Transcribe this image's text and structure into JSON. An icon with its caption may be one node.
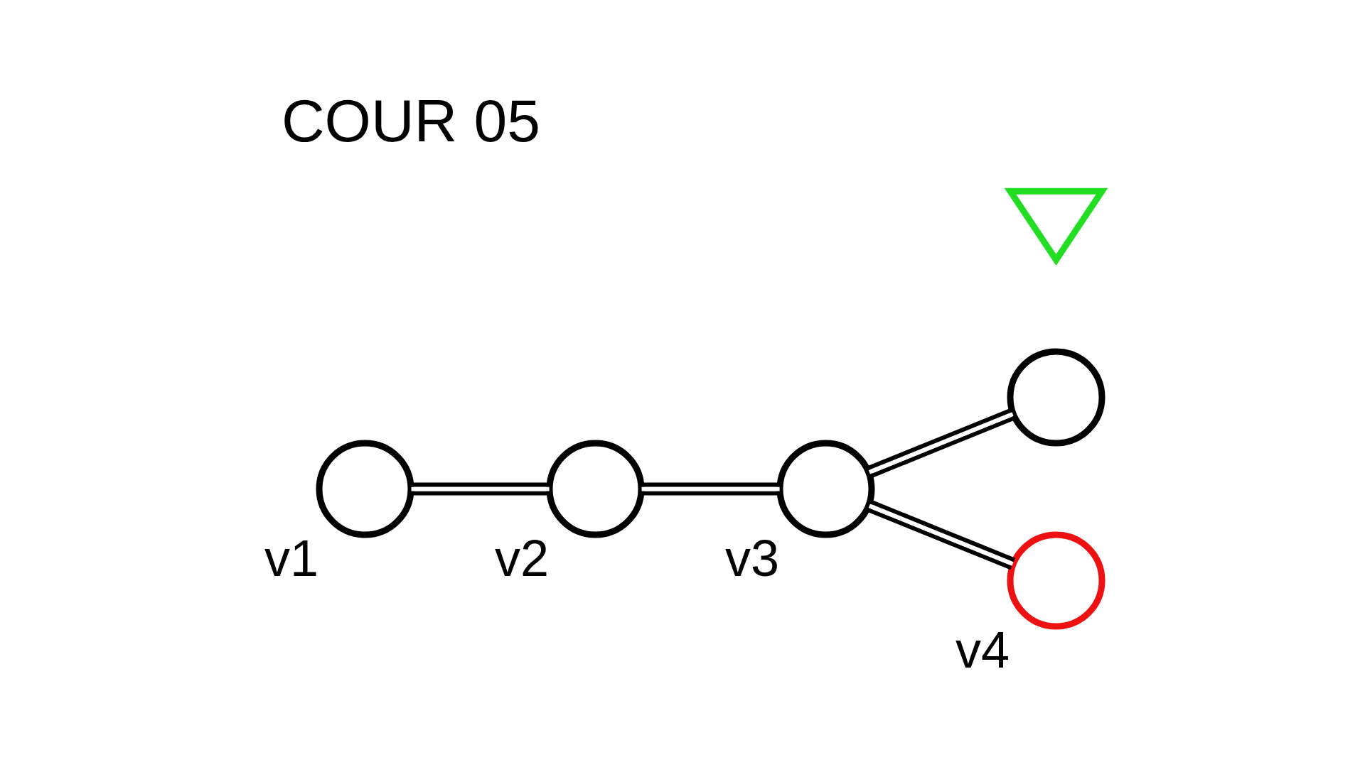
{
  "diagram": {
    "title": "COUR 05",
    "nodes": [
      {
        "text": [],
        "shape": "triangle"
      },
      {
        "text": [],
        "shape": "circle"
      },
      {
        "text": [],
        "shape": "circle",
        "beside": [
          "v1"
        ]
      },
      {
        "text": [],
        "shape": "circle",
        "beside": [
          "v2"
        ]
      },
      {
        "text": [],
        "shape": "circle",
        "beside": [
          "v3"
        ]
      },
      {
        "text": [],
        "shape": "circle",
        "beside": [
          "v4"
        ]
      }
    ],
    "edges": [
      {
        "from": 2,
        "to": 3,
        "arrow": "none"
      },
      {
        "from": 3,
        "to": 4,
        "arrow": "none"
      },
      {
        "from": 4,
        "to": 5,
        "arrow": "none"
      },
      {
        "from": 4,
        "to": 1,
        "arrow": "none"
      }
    ]
  }
}
